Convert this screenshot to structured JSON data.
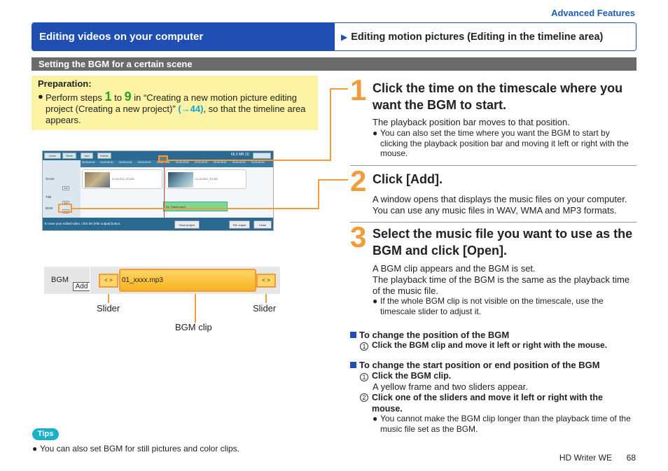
{
  "page": {
    "top_label": "Advanced Features",
    "header_left": "Editing videos on your computer",
    "header_right": "Editing motion pictures (Editing in the timeline area)",
    "section_title": "Setting the BGM for a certain scene",
    "footer_product": "HD Writer WE",
    "footer_page": "68"
  },
  "preparation": {
    "title": "Preparation:",
    "text_a": "Perform steps ",
    "num_1": "1",
    "text_b": " to ",
    "num_9": "9",
    "text_c": " in “Creating a new motion picture editing project (Creating a new project)” ",
    "link": "(→44)",
    "text_d": ", so that the timeline area appears."
  },
  "screenshot": {
    "buttons": [
      "Undo",
      "Redo",
      "Add",
      "Delete"
    ],
    "size": "66.5 MB (3)",
    "ruler": [
      "00:00:00.00",
      "00:00:05.00",
      "00:00:10.00",
      "00:00:15.00",
      "00:00:20.00",
      "00:00:25.00",
      "00:00:30.00",
      "00:00:35.00",
      "00:00:40.00",
      "00:00:45.00",
      "00:00:50.00"
    ],
    "labels": {
      "scene": "Scene",
      "title": "Title",
      "bgm": "BGM",
      "add": "Add"
    },
    "clip1": "01-19-2012_071200",
    "clip2": "01-19-2012_071339",
    "bgm_clip": "01_Track1.mp3",
    "status_msg": "To save your edited video, click the [File output] button.",
    "save_project": "Save project",
    "file_output": "File output",
    "close": "Close"
  },
  "zoom": {
    "bgm_label": "BGM",
    "add_label": "Add",
    "slider_text": "< >",
    "clip_text": "01_xxxx.mp3",
    "caption_slider_left": "Slider",
    "caption_slider_right": "Slider",
    "caption_bgm_clip": "BGM clip"
  },
  "steps": [
    {
      "num": "1",
      "title": "Click the time on the timescale where you want the BGM to start.",
      "body": "The playback position bar moves to that position.",
      "note": "You can also set the time where you want the BGM to start by clicking the playback position bar and moving it left or right with the mouse."
    },
    {
      "num": "2",
      "title": "Click [Add].",
      "body_1": "A window opens that displays the music files on your computer.",
      "body_2": "You can use any music files in WAV, WMA and MP3 formats."
    },
    {
      "num": "3",
      "title": "Select the music file you want to use as the BGM and click [Open].",
      "body_1": "A BGM clip appears and the BGM is set.",
      "body_2": "The playback time of the BGM is the same as the playback time of the music file.",
      "note": "If the whole BGM clip is not visible on the timescale, use the timescale slider to adjust it."
    }
  ],
  "change_position": {
    "heading": "To change the position of the BGM",
    "item_1_num": "1",
    "item_1": "Click the BGM clip and move it left or right with the mouse."
  },
  "change_start_end": {
    "heading": "To change the start position or end position of the BGM",
    "item_1_num": "1",
    "item_1": "Click the BGM clip.",
    "item_1_sub": "A yellow frame and two sliders appear.",
    "item_2_num": "2",
    "item_2": "Click one of the sliders and move it left or right with the mouse.",
    "note": "You cannot make the BGM clip longer than the playback time of the music file set as the BGM."
  },
  "tips": {
    "badge": "Tips",
    "text": "You can also set BGM for still pictures and color clips."
  },
  "colors": {
    "brand_blue": "#1f4fb3",
    "accent_orange": "#f39a3a",
    "prep_yellow": "#fbf3a3",
    "tips_cyan": "#1ab0c8"
  }
}
